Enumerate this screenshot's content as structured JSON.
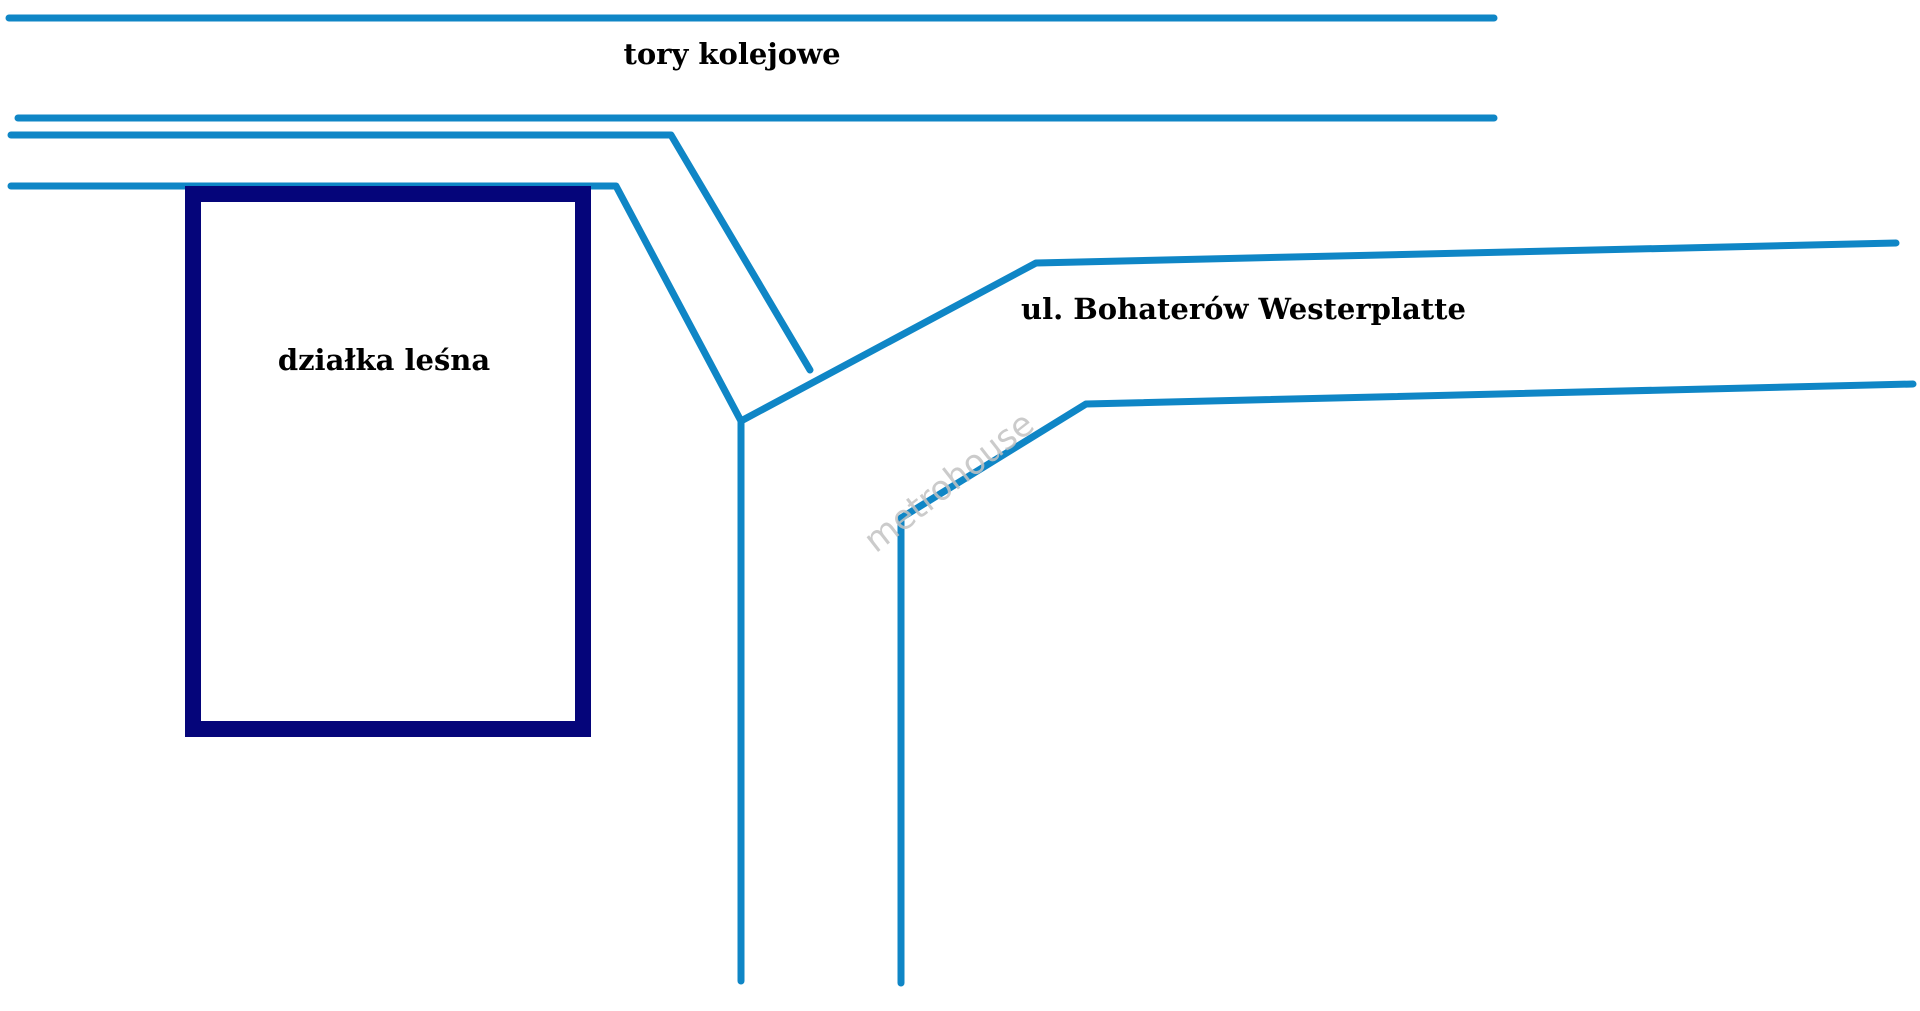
{
  "labels": {
    "railway": "tory kolejowe",
    "street": "ul. Bohaterów Westerplatte",
    "parcel": "działka leśna"
  },
  "watermark": "metrohouse",
  "colors": {
    "road_line": "#0f86c6",
    "parcel_outline": "#05057a",
    "background": "#ffffff",
    "label_text": "#000000",
    "watermark": "#c2c2c2"
  }
}
